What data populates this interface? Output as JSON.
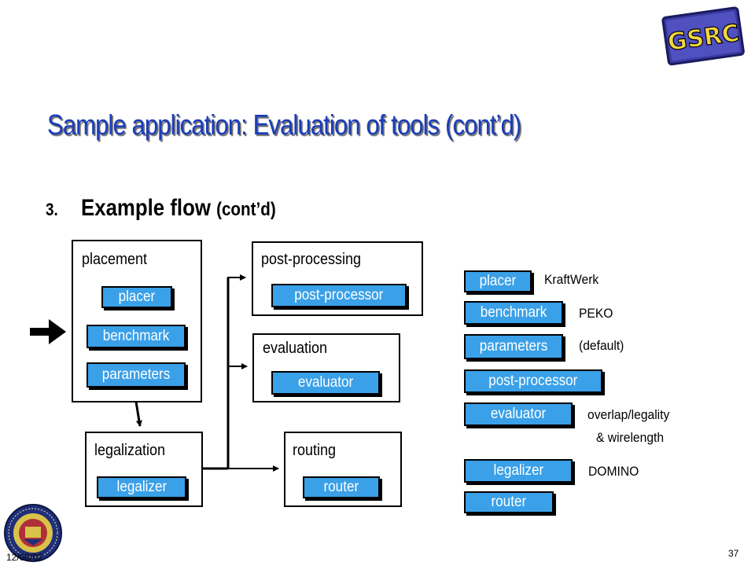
{
  "logo": {
    "text": "GSRC",
    "icon": "gsrc-logo"
  },
  "title": {
    "main": "Sample application: Evaluation of tools ",
    "cont": "(cont’d)"
  },
  "subtitle": {
    "number": "3.",
    "main": "Example flow ",
    "cont": "(cont’d)"
  },
  "flow": {
    "placement": {
      "label": "placement",
      "items": [
        "placer",
        "benchmark",
        "parameters"
      ]
    },
    "legalization": {
      "label": "legalization",
      "item": "legalizer"
    },
    "post_processing": {
      "label": "post-processing",
      "item": "post-processor"
    },
    "evaluation": {
      "label": "evaluation",
      "item": "evaluator"
    },
    "routing": {
      "label": "routing",
      "item": "router"
    }
  },
  "legend": [
    {
      "chip": "placer",
      "value": "KraftWerk"
    },
    {
      "chip": "benchmark",
      "value": "PEKO"
    },
    {
      "chip": "parameters",
      "value": "(default)"
    },
    {
      "chip": "post-processor",
      "value": ""
    },
    {
      "chip": "evaluator",
      "value": "overlap/legality",
      "value2": "& wirelength"
    },
    {
      "chip": "legalizer",
      "value": "DOMINO"
    },
    {
      "chip": "router",
      "value": ""
    }
  ],
  "footer": {
    "date": "12/08/02",
    "page": "37",
    "seal_icon": "university-of-michigan-seal"
  },
  "colors": {
    "title": "#1a3dbb",
    "chip": "#3aa0e8"
  }
}
